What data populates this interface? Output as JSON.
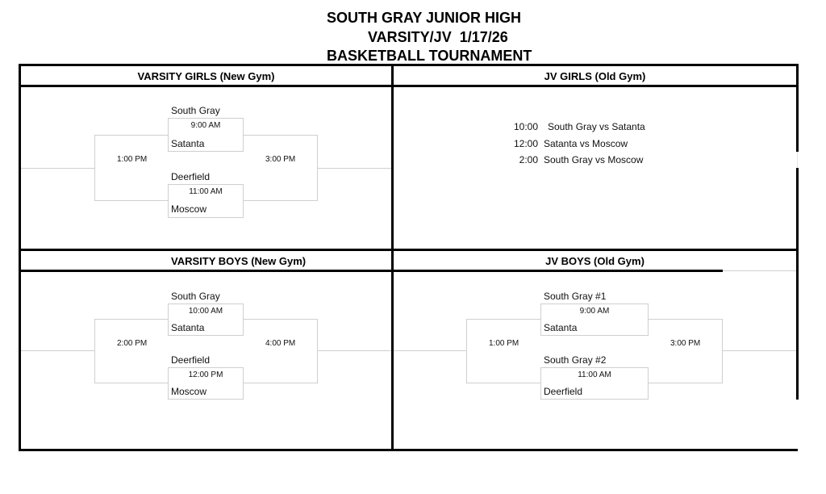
{
  "header": {
    "line1": "SOUTH GRAY JUNIOR HIGH",
    "line2": "VARSITY/JV  1/17/26",
    "line3": "BASKETBALL TOURNAMENT"
  },
  "sections": {
    "varsity_girls": {
      "title": "VARSITY GIRLS (New Gym)",
      "game1": {
        "top_team": "South Gray",
        "time": "9:00 AM",
        "bottom_team": "Satanta"
      },
      "game2": {
        "top_team": "Deerfield",
        "time": "11:00 AM",
        "bottom_team": "Moscow"
      },
      "consolation_time": "1:00 PM",
      "championship_time": "3:00 PM"
    },
    "jv_girls": {
      "title": "JV GIRLS (Old Gym)",
      "schedule": [
        {
          "time": "10:00",
          "matchup": "South Gray vs Satanta"
        },
        {
          "time": "12:00",
          "matchup": "Satanta vs Moscow"
        },
        {
          "time": "2:00",
          "matchup": "South Gray vs Moscow"
        }
      ]
    },
    "varsity_boys": {
      "title": "VARSITY BOYS (New Gym)",
      "game1": {
        "top_team": "South Gray",
        "time": "10:00 AM",
        "bottom_team": "Satanta"
      },
      "game2": {
        "top_team": "Deerfield",
        "time": "12:00 PM",
        "bottom_team": "Moscow"
      },
      "consolation_time": "2:00 PM",
      "championship_time": "4:00 PM"
    },
    "jv_boys": {
      "title": "JV BOYS (Old Gym)",
      "game1": {
        "top_team": "South Gray #1",
        "time": "9:00 AM",
        "bottom_team": "Satanta"
      },
      "game2": {
        "top_team": "South Gray #2",
        "time": "11:00 AM",
        "bottom_team": "Deerfield"
      },
      "consolation_time": "1:00 PM",
      "championship_time": "3:00 PM"
    }
  }
}
